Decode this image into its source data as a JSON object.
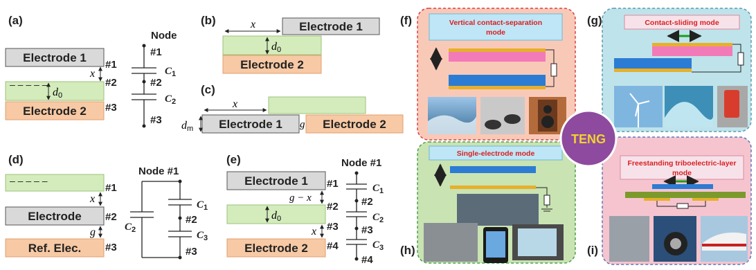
{
  "panels": {
    "a": {
      "label": "(a)",
      "electrode1": "Electrode 1",
      "electrode2": "Electrode 2",
      "node": "Node",
      "nodes": [
        "#1",
        "#2",
        "#3"
      ],
      "gap": "x",
      "thickness": "d",
      "thickness_sub": "0",
      "caps": [
        "C",
        "C"
      ],
      "cap_subs": [
        "1",
        "2"
      ],
      "dash": "– – – – –"
    },
    "b": {
      "label": "(b)",
      "electrode1": "Electrode 1",
      "electrode2": "Electrode 2",
      "offset": "x",
      "thickness": "d",
      "thickness_sub": "0"
    },
    "c": {
      "label": "(c)",
      "electrode1": "Electrode 1",
      "electrode2": "Electrode 2",
      "offset": "x",
      "gap": "g",
      "dm": "d",
      "dm_sub": "m"
    },
    "d": {
      "label": "(d)",
      "electrode": "Electrode",
      "ref": "Ref. Elec.",
      "node": "Node #1",
      "nodes": [
        "#1",
        "#2",
        "#3",
        "#2",
        "#3"
      ],
      "gap_x": "x",
      "gap_g": "g",
      "caps": [
        "C",
        "C",
        "C"
      ],
      "cap_subs": [
        "1",
        "2",
        "3"
      ]
    },
    "e": {
      "label": "(e)",
      "electrode1": "Electrode 1",
      "electrode2": "Electrode 2",
      "node": "Node #1",
      "nodes": [
        "#1",
        "#2",
        "#3",
        "#4",
        "#2",
        "#3",
        "#4"
      ],
      "gap": "g − x",
      "gap_x": "x",
      "thickness": "d",
      "thickness_sub": "0",
      "caps": [
        "C",
        "C",
        "C"
      ],
      "cap_subs": [
        "1",
        "2",
        "3"
      ]
    },
    "f": {
      "label": "(f)",
      "title": "Vertical contact-separation mode"
    },
    "g": {
      "label": "(g)",
      "title": "Contact-sliding mode"
    },
    "h": {
      "label": "(h)",
      "title": "Single-electrode mode"
    },
    "i": {
      "label": "(i)",
      "title": "Freestanding triboelectric-layer mode"
    },
    "center": "TENG"
  },
  "colors": {
    "electrode": "#d9d9d9",
    "dielectric": "#d4ecbc",
    "electrode2": "#f7c9a4",
    "f_bg": "#f9c9b8",
    "g_bg": "#bfe3ea",
    "h_bg": "#c9e3b2",
    "i_bg": "#f6c4cf",
    "teng": "#8e4a9e"
  }
}
